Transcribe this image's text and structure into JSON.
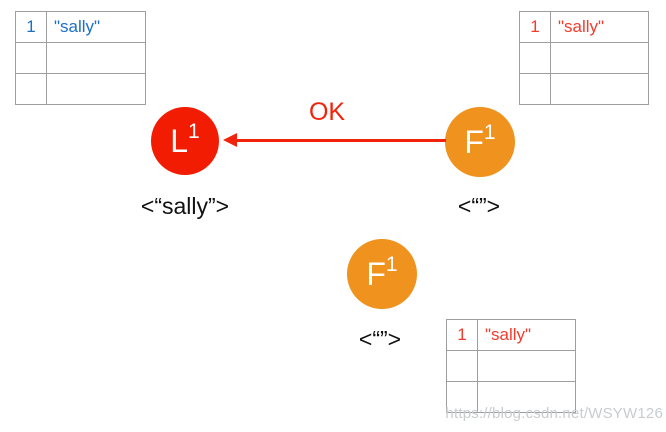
{
  "watermark": "https://blog.csdn.net/WSYW126",
  "colors": {
    "leader_red": "#f11c01",
    "follower_orange": "#f0921e",
    "arrow_red": "#f2230b",
    "blue_table_text": "#1b6fc7",
    "red_table_text": "#f43b2c",
    "table_border": "#9e9e9e",
    "watermark_gray": "#c9cccf"
  },
  "tables": {
    "top_left": {
      "rows": [
        [
          "1",
          "\"sally\""
        ],
        [
          "",
          ""
        ],
        [
          "",
          ""
        ]
      ]
    },
    "top_right": {
      "rows": [
        [
          "1",
          "\"sally\""
        ],
        [
          "",
          ""
        ],
        [
          "",
          ""
        ]
      ]
    },
    "bottom_right": {
      "rows": [
        [
          "1",
          "\"sally\""
        ],
        [
          "",
          ""
        ],
        [
          "",
          ""
        ]
      ]
    }
  },
  "nodes": {
    "leader": {
      "label": "L",
      "sup": "1",
      "caption": "<“sally”>"
    },
    "follower_right": {
      "label": "F",
      "sup": "1",
      "caption": "<“”>"
    },
    "follower_bottom": {
      "label": "F",
      "sup": "1",
      "caption": "<“”>"
    }
  },
  "arrow": {
    "label": "OK"
  }
}
